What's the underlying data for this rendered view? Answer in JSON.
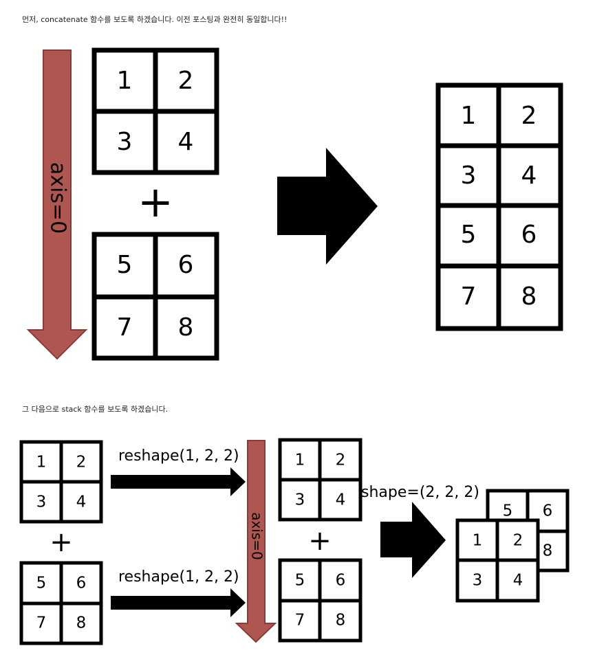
{
  "captions": {
    "concatenate": "먼저, concatenate 함수를 보도록 하겠습니다. 이전 포스팅과 완전히 동일합니다!!",
    "stack": "그 다음으로 stack 함수를 보도록 하겠습니다."
  },
  "concat": {
    "axis_label": "axis=0",
    "top_matrix": [
      "1",
      "2",
      "3",
      "4"
    ],
    "bottom_matrix": [
      "5",
      "6",
      "7",
      "8"
    ],
    "plus": "+",
    "result": [
      "1",
      "2",
      "3",
      "4",
      "5",
      "6",
      "7",
      "8"
    ]
  },
  "stack": {
    "top_matrix": [
      "1",
      "2",
      "3",
      "4"
    ],
    "bottom_matrix": [
      "5",
      "6",
      "7",
      "8"
    ],
    "plus_left": "+",
    "reshape_top": "reshape(1, 2, 2)",
    "reshape_bottom": "reshape(1, 2, 2)",
    "axis_label": "axis=0",
    "reshaped_top": [
      "1",
      "2",
      "3",
      "4"
    ],
    "plus_middle": "+",
    "reshaped_bottom": [
      "5",
      "6",
      "7",
      "8"
    ],
    "shape_label": "shape=(2, 2, 2)",
    "result_back": [
      "5",
      "6",
      "",
      "8"
    ],
    "result_front": [
      "1",
      "2",
      "3",
      "4"
    ]
  },
  "colors": {
    "axis_arrow_fill": "#b05650",
    "axis_arrow_stroke": "#8b3b36",
    "axis_text": "#ffffff"
  }
}
